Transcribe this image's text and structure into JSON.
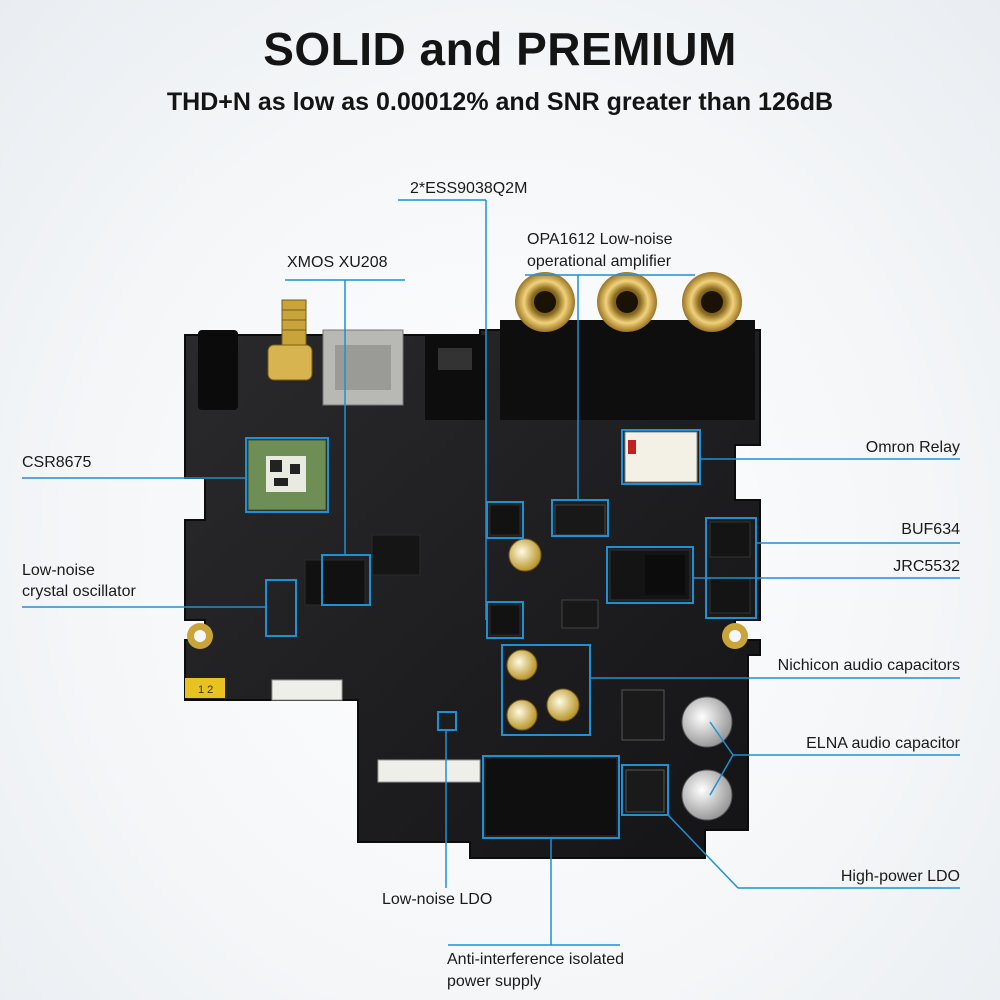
{
  "header": {
    "title": "SOLID and PREMIUM",
    "subtitle": "THD+N as low as 0.00012% and SNR greater than 126dB"
  },
  "callouts": {
    "ess9038": "2*ESS9038Q2M",
    "opa1612_line1": "OPA1612 Low-noise",
    "opa1612_line2": "operational amplifier",
    "xmos": "XMOS  XU208",
    "csr8675": "CSR8675",
    "crystal_line1": "Low-noise",
    "crystal_line2": "crystal oscillator",
    "omron": "Omron Relay",
    "buf634": "BUF634",
    "jrc5532": "JRC5532",
    "nichicon": "Nichicon audio capacitors",
    "elna": "ELNA audio capacitor",
    "high_power_ldo": "High-power LDO",
    "low_noise_ldo": "Low-noise LDO",
    "isolated_line1": "Anti-interference isolated",
    "isolated_line2": "power supply"
  },
  "colors": {
    "callout_line": "#1e90d6",
    "board": "#1c1c1e",
    "gold": "#c9a43a"
  }
}
